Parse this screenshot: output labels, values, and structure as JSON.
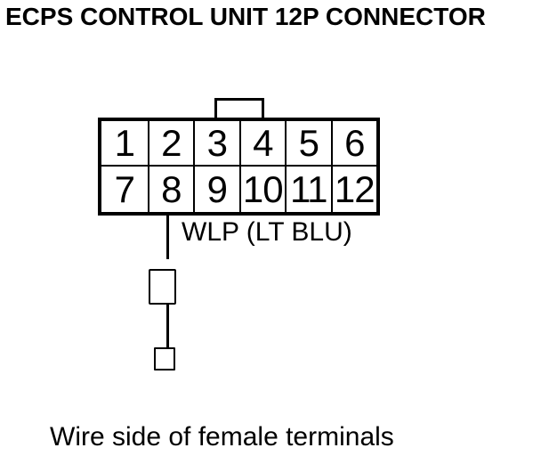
{
  "title": "ECPS CONTROL UNIT 12P CONNECTOR",
  "connector": {
    "type": "12P",
    "rows": 2,
    "columns": 6,
    "pins": [
      "1",
      "2",
      "3",
      "4",
      "5",
      "6",
      "7",
      "8",
      "9",
      "10",
      "11",
      "12"
    ]
  },
  "wire": {
    "label": "WLP (LT BLU)",
    "from_pin": "8"
  },
  "caption": "Wire side of female terminals",
  "colors": {
    "line": "#000000",
    "background": "#ffffff"
  }
}
